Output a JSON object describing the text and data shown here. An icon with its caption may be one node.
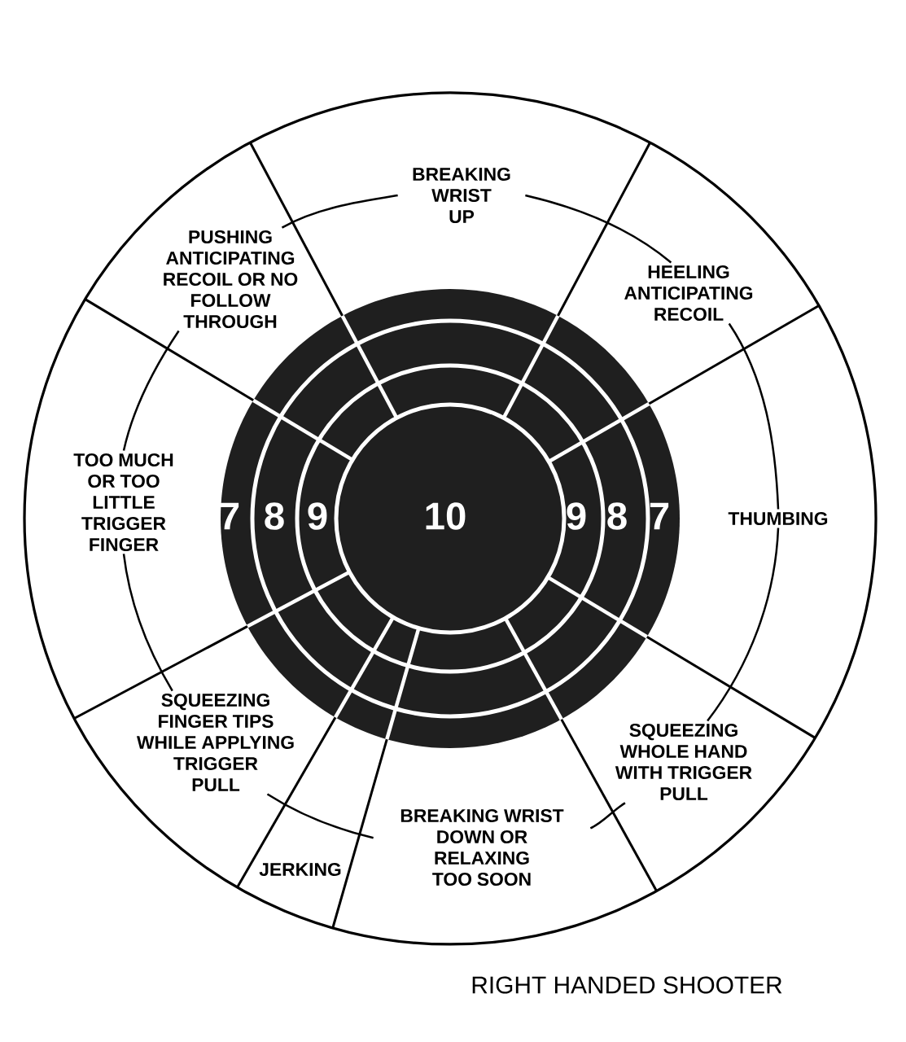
{
  "diagram": {
    "caption": "RIGHT HANDED SHOOTER",
    "nodes": [
      {
        "text": [
          "BREAKING WRIST UP"
        ]
      },
      {
        "text": [
          "PUSHING ANTICIPATING RECOIL OR NO FOLLOW THROUGH"
        ]
      },
      {
        "text": [
          "HEELING ANTICIPATING RECOIL"
        ]
      },
      {
        "text": [
          "TOO MUCH OR TOO LITTLE TRIGGER FINGER"
        ]
      },
      {
        "text": [
          "THUMBING"
        ]
      },
      {
        "text": [
          "SQUEEZING FINGER TIPS WHILE APPLYING TRIGGER PULL"
        ]
      },
      {
        "text": [
          "SQUEEZING WHOLE HAND WITH TRIGGER PULL"
        ]
      },
      {
        "text": [
          "BREAKING WRIST DOWN OR RELAXING TOO SOON"
        ]
      },
      {
        "text": [
          "JERKING"
        ]
      }
    ],
    "edges": [
      {
        "from": 1,
        "to": 0,
        "arrow": "none"
      },
      {
        "from": 0,
        "to": 2,
        "arrow": "none"
      },
      {
        "from": 2,
        "to": 4,
        "arrow": "none"
      },
      {
        "from": 4,
        "to": 6,
        "arrow": "none"
      },
      {
        "from": 6,
        "to": 7,
        "arrow": "none"
      },
      {
        "from": 7,
        "to": 5,
        "arrow": "none"
      },
      {
        "from": 5,
        "to": 3,
        "arrow": "none"
      },
      {
        "from": 3,
        "to": 1,
        "arrow": "none"
      }
    ],
    "labels": [
      "7",
      "8",
      "9",
      "10",
      "9",
      "8",
      "7"
    ]
  }
}
